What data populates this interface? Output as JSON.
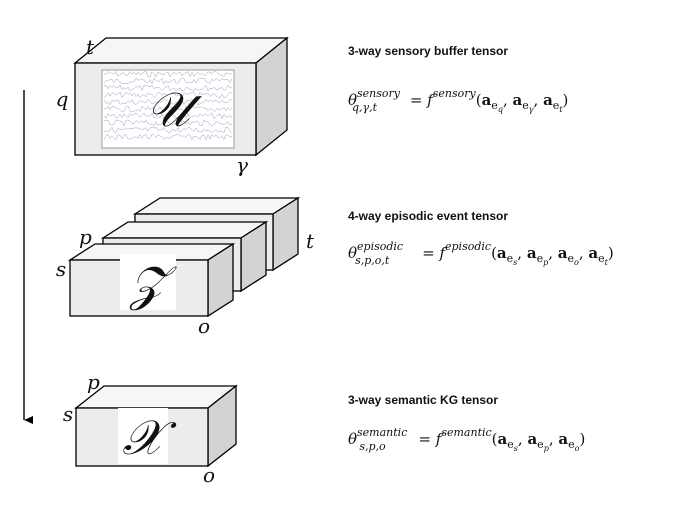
{
  "tensors": [
    {
      "id": "sensory",
      "heading": "3-way sensory buffer tensor",
      "symbol": "U",
      "axes": {
        "top": "t",
        "left": "q",
        "bottom": "γ"
      },
      "formula": {
        "theta": "θ",
        "sup": "sensory",
        "subscript": "q,γ,t",
        "eq": "=",
        "f": "f",
        "fsup": "sensory",
        "args": [
          {
            "sub": "e",
            "subsub": "q"
          },
          {
            "sub": "e",
            "subsub": "γ"
          },
          {
            "sub": "e",
            "subsub": "t"
          }
        ]
      }
    },
    {
      "id": "episodic",
      "heading": "4-way episodic event tensor",
      "symbol": "Z",
      "axes": {
        "top": "p",
        "left": "s",
        "bottom": "o",
        "right": "t"
      },
      "formula": {
        "theta": "θ",
        "sup": "episodic",
        "subscript": "s,p,o,t",
        "eq": "=",
        "f": "f",
        "fsup": "episodic",
        "args": [
          {
            "sub": "e",
            "subsub": "s"
          },
          {
            "sub": "e",
            "subsub": "p"
          },
          {
            "sub": "e",
            "subsub": "o"
          },
          {
            "sub": "e",
            "subsub": "t"
          }
        ]
      }
    },
    {
      "id": "semantic",
      "heading": "3-way semantic KG tensor",
      "symbol": "X",
      "axes": {
        "top": "p",
        "left": "s",
        "bottom": "o"
      },
      "formula": {
        "theta": "θ",
        "sup": "semantic",
        "subscript": "s,p,o",
        "eq": "=",
        "f": "f",
        "fsup": "semantic",
        "args": [
          {
            "sub": "e",
            "subsub": "s"
          },
          {
            "sub": "e",
            "subsub": "p"
          },
          {
            "sub": "e",
            "subsub": "o"
          }
        ]
      }
    }
  ],
  "arg_symbol": "a",
  "colors": {
    "front": "#ececec",
    "top": "#f6f6f6",
    "side": "#d3d3d3",
    "signal": "#6f7fa8"
  }
}
